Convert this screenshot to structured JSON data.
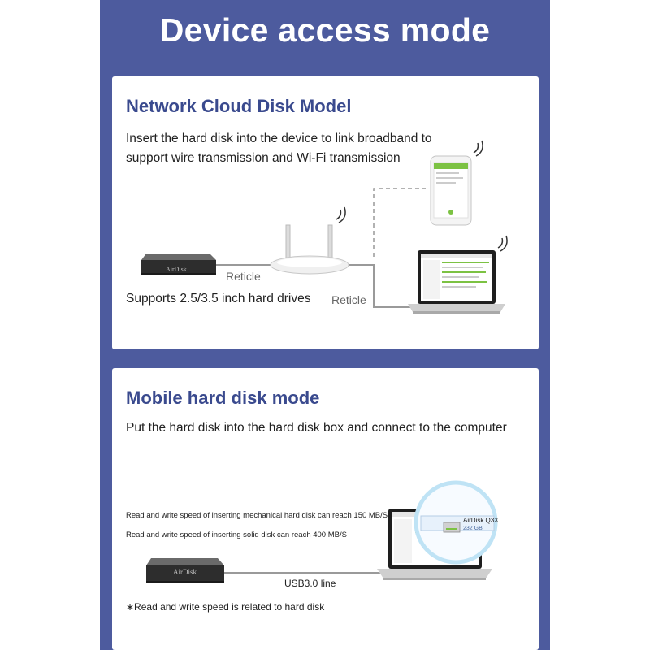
{
  "title": "Device access mode",
  "network_section": {
    "heading": "Network Cloud Disk Model",
    "description_line1": "Insert the hard disk into the device to link broadband to",
    "description_line2": "support wire transmission and Wi-Fi transmission",
    "drives_note": "Supports 2.5/3.5 inch hard drives",
    "cable_label_1": "Reticle",
    "cable_label_2": "Reticle",
    "device_brand": "AirDisk"
  },
  "mobile_section": {
    "heading": "Mobile hard disk mode",
    "description": "Put the hard disk into the hard disk box and connect to the computer",
    "speed_mechanical": "Read and write speed of inserting mechanical hard disk can reach 150 MB/S",
    "speed_solid": "Read and write speed of inserting solid disk can reach 400 MB/S",
    "cable_label": "USB3.0 line",
    "footnote": "∗Read and write speed is related to hard disk",
    "device_brand": "AirDisk",
    "zoom_title": "AirDisk Q3X",
    "zoom_sub": "232 GB"
  },
  "colors": {
    "panel": "#4d5b9e",
    "heading": "#3a4a8e",
    "app_green": "#7cc243"
  }
}
